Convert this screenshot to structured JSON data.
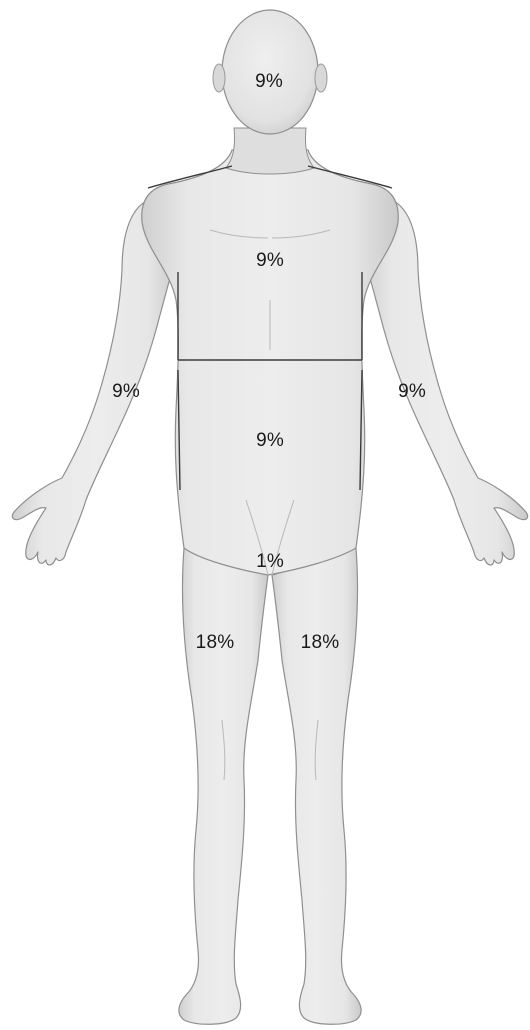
{
  "diagram": {
    "regions": {
      "head": "9%",
      "chest": "9%",
      "arm_right_side": "9%",
      "arm_left_side": "9%",
      "abdomen": "9%",
      "groin": "1%",
      "leg_right_side": "18%",
      "leg_left_side": "18%"
    },
    "colors": {
      "skin": "#e6e6e6",
      "skin_shadow": "#c4c4c4",
      "outline": "#8a8a8a",
      "divider": "#3a3a3a",
      "label": "#1a1a1a"
    }
  }
}
